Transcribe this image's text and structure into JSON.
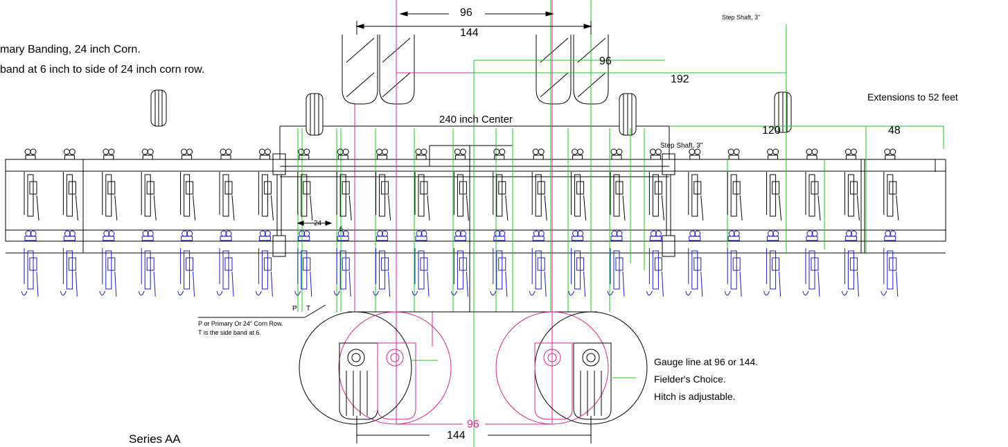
{
  "notes": {
    "title_line1": "mary Banding, 24 inch Corn.",
    "title_line2": "band at 6 inch to side of 24 inch corn row.",
    "extensions": "Extensions to 52 feet",
    "series": "Series AA",
    "pt_note_line1": "P or Primary Or 24\" Corn Row.",
    "pt_note_line2": "T is the side band at 6.",
    "p_label": "P",
    "t_label": "T",
    "gauge_line1": "Gauge line at 96 or 144.",
    "gauge_line2": "Fielder's Choice.",
    "gauge_line3": "Hitch is adjustable."
  },
  "dimensions": {
    "top_96": "96",
    "top_144": "144",
    "mid_96": "96",
    "dim_192": "192",
    "center_240": "240 inch Center",
    "dim_120": "120",
    "dim_48": "48",
    "dim_24": "24",
    "dim_6": "6",
    "bottom_96": "96",
    "bottom_144": "144",
    "step_shaft_top": "Step Shaft, 3\"",
    "step_shaft_mid": "Step Shaft, 3\""
  },
  "colors": {
    "frame": "#000000",
    "front_units": "#000000",
    "rear_units": "#1a1acc",
    "dim_green": "#19c819",
    "dim_magenta": "#e0208c"
  },
  "row_units": {
    "front_count": 23,
    "rear_count": 23
  }
}
